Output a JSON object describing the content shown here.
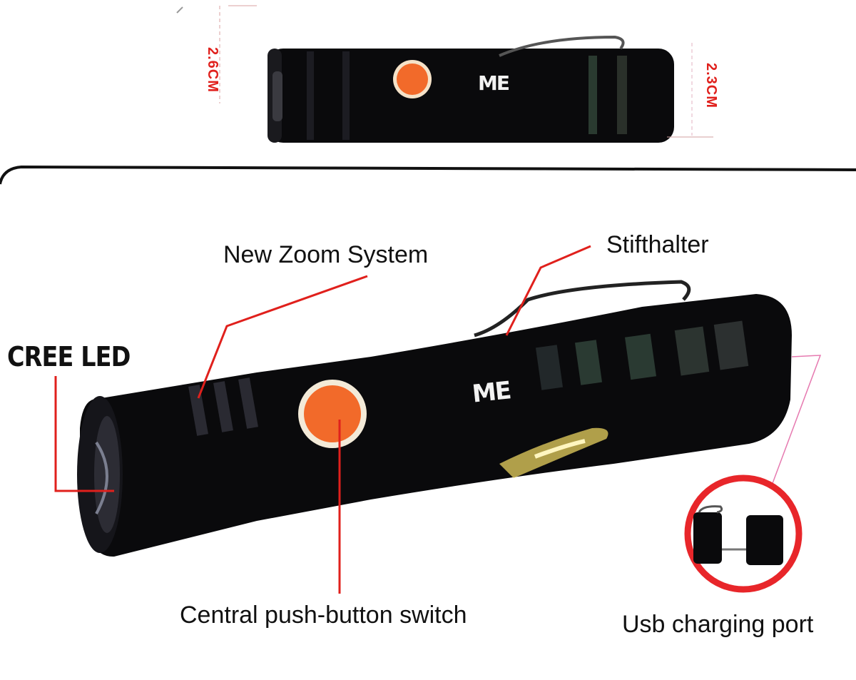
{
  "dimensions": {
    "front_diameter": "2.6CM",
    "rear_diameter": "2.3CM"
  },
  "brand": {
    "logo_text": "ME"
  },
  "callouts": {
    "zoom": "New Zoom System",
    "clip": "Stifthalter",
    "led": "CREE LED",
    "switch": "Central push-button switch",
    "usb": "Usb charging port"
  },
  "colors": {
    "callout_line": "#e0201c",
    "button": "#f26a2a",
    "body": "#0a0a0c",
    "frame": "#111111"
  }
}
